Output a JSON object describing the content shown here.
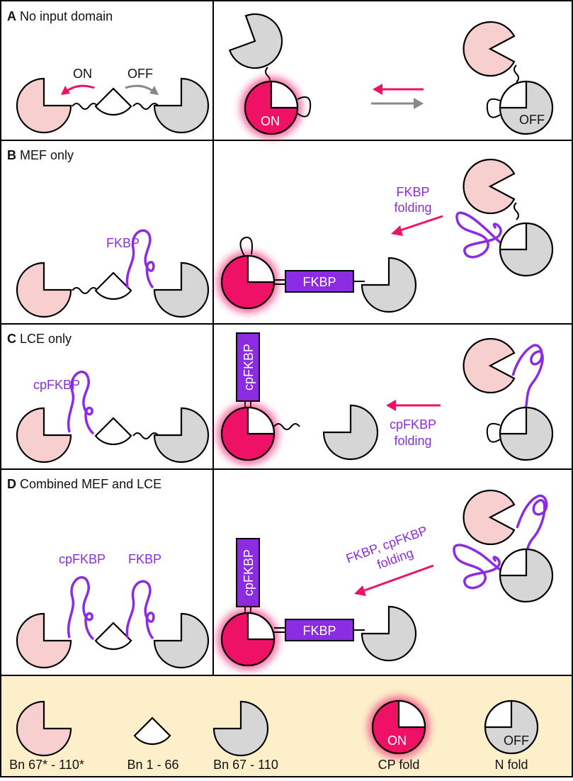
{
  "panels": {
    "a": {
      "letter": "A",
      "title": "No input domain",
      "on_label": "ON",
      "off_label": "OFF",
      "on_state": "ON",
      "off_state": "OFF"
    },
    "b": {
      "letter": "B",
      "title": "MEF only",
      "tag": "FKBP",
      "arrow_line1": "FKBP",
      "arrow_line2": "folding",
      "box": "FKBP"
    },
    "c": {
      "letter": "C",
      "title": "LCE only",
      "tag": "cpFKBP",
      "arrow_line1": "cpFKBP",
      "arrow_line2": "folding",
      "box": "cpFKBP"
    },
    "d": {
      "letter": "D",
      "title": "Combined MEF and LCE",
      "tag1": "cpFKBP",
      "tag2": "FKBP",
      "arrow_line1": "FKBP, cpFKBP",
      "arrow_line2": "folding",
      "box_v": "cpFKBP",
      "box_h": "FKBP"
    }
  },
  "legend": {
    "items": [
      "Bn 67* - 110*",
      "Bn 1 - 66",
      "Bn 67 - 110",
      "CP fold",
      "N fold"
    ],
    "on_state": "ON",
    "off_state": "OFF"
  },
  "colors": {
    "pink_light": "#f8cfcf",
    "gray": "#d6d6d6",
    "magenta": "#ee1166",
    "purple": "#8b2be2",
    "legend_bg": "#fdefc9"
  }
}
